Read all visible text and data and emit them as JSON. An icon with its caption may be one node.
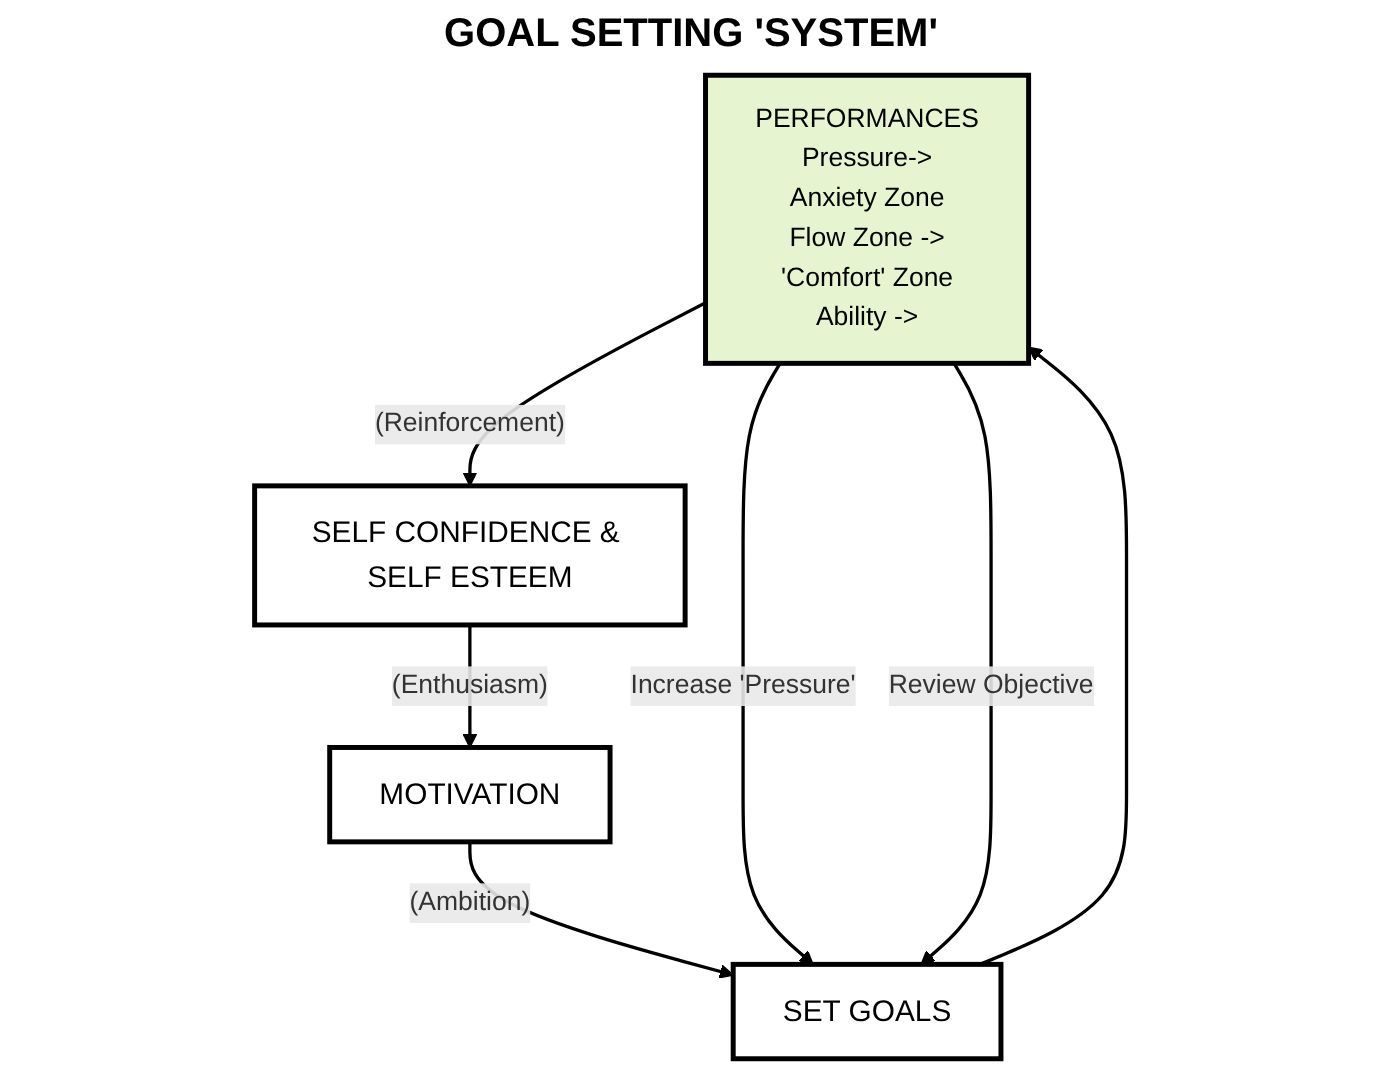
{
  "diagram": {
    "title": "GOAL SETTING 'SYSTEM'",
    "nodes": [
      {
        "text": [
          "PERFORMANCES",
          "Pressure->",
          "Anxiety Zone",
          "Flow Zone ->",
          "'Comfort' Zone",
          "Ability ->"
        ]
      },
      {
        "text": [
          "SELF CONFIDENCE & SELF ESTEEM"
        ]
      },
      {
        "text": [
          "MOTIVATION"
        ]
      },
      {
        "text": [
          "SET GOALS"
        ]
      }
    ],
    "edges": [
      {
        "from": 0,
        "to": 1,
        "arrow": "to",
        "label": "(Reinforcement)"
      },
      {
        "from": 1,
        "to": 2,
        "arrow": "to",
        "label": "(Enthusiasm)"
      },
      {
        "from": 2,
        "to": 3,
        "arrow": "to",
        "label": "(Ambition)"
      },
      {
        "from": 0,
        "to": 3,
        "arrow": "to",
        "label": "Increase 'Pressure'"
      },
      {
        "from": 3,
        "to": 0,
        "arrow": "to"
      },
      {
        "from": 0,
        "to": 3,
        "arrow": "to",
        "label": "Review Objective"
      }
    ]
  }
}
